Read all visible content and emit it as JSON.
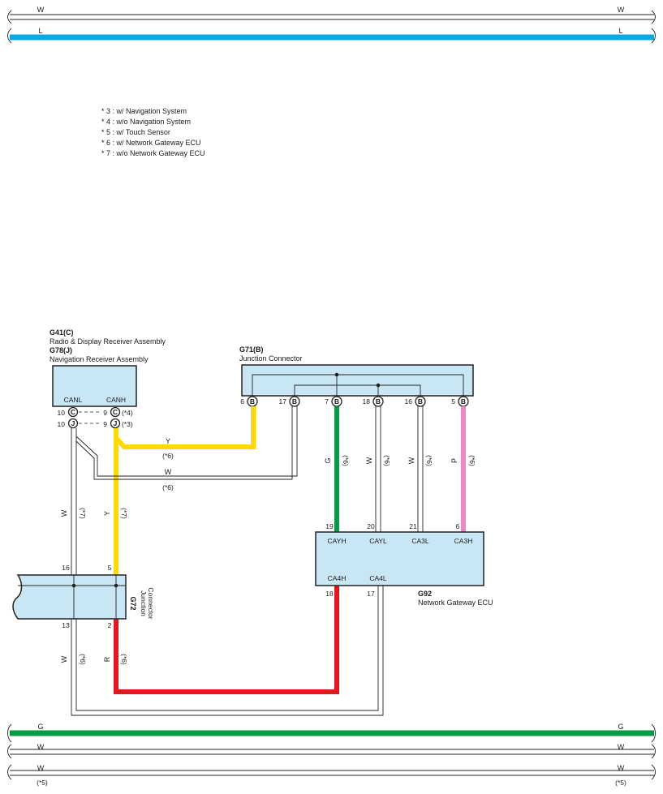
{
  "top_buses": [
    {
      "left_label": "W",
      "right_label": "W",
      "color": "#ffffff"
    },
    {
      "left_label": "L",
      "right_label": "L",
      "color": "#0aa9e6"
    }
  ],
  "bottom_buses": [
    {
      "left_label": "G",
      "right_label": "G",
      "color": "#079a44"
    },
    {
      "left_label": "W",
      "right_label": "W",
      "color": "#ffffff"
    },
    {
      "left_label": "W",
      "right_label": "W",
      "color": "#ffffff"
    }
  ],
  "bottom_note": {
    "left": "(*5)",
    "right": "(*5)"
  },
  "legend": [
    "* 3 : w/ Navigation System",
    "* 4 : w/o Navigation System",
    "* 5 : w/ Touch Sensor",
    "* 6 : w/ Network Gateway ECU",
    "* 7 : w/o Network Gateway ECU"
  ],
  "radio": {
    "code1": "G41(C)",
    "name1": "Radio & Display Receiver Assembly",
    "code2": "G78(J)",
    "name2": "Navigation Receiver Assembly",
    "canl": "CANL",
    "canh": "CANH",
    "row_c": {
      "left_pin": "10",
      "left_letter": "C",
      "right_pin": "9",
      "right_letter": "C",
      "note": "(*4)"
    },
    "row_j": {
      "left_pin": "10",
      "left_letter": "J",
      "right_pin": "9",
      "right_letter": "J",
      "note": "(*3)"
    }
  },
  "junction_b": {
    "code": "G71(B)",
    "name": "Junction Connector",
    "pins": [
      {
        "num": "6",
        "letter": "B"
      },
      {
        "num": "17",
        "letter": "B"
      },
      {
        "num": "7",
        "letter": "B"
      },
      {
        "num": "18",
        "letter": "B"
      },
      {
        "num": "16",
        "letter": "B"
      },
      {
        "num": "5",
        "letter": "B"
      }
    ]
  },
  "gateway": {
    "code": "G92",
    "name": "Network Gateway ECU",
    "top_pins": [
      {
        "num": "19",
        "name": "CAYH"
      },
      {
        "num": "20",
        "name": "CAYL"
      },
      {
        "num": "21",
        "name": "CA3L"
      },
      {
        "num": "6",
        "name": "CA3H"
      }
    ],
    "bottom_pins": [
      {
        "num": "18",
        "name": "CA4H"
      },
      {
        "num": "17",
        "name": "CA4L"
      }
    ]
  },
  "junction_g72": {
    "code": "G72",
    "name1": "Junction",
    "name2": "Connector",
    "pin_tl": "16",
    "pin_tr": "5",
    "pin_bl": "13",
    "pin_br": "2"
  },
  "wire_labels": {
    "y_upper": "Y",
    "y_upper_note": "(*6)",
    "w_upper": "W",
    "w_upper_note": "(*6)",
    "w_left": "W",
    "w_left_note": "(*7)",
    "y_left": "Y",
    "y_left_note": "(*7)",
    "g_vert": "G",
    "g_vert_note": "(*6)",
    "w_vert1": "W",
    "w_vert1_note": "(*6)",
    "w_vert2": "W",
    "w_vert2_note": "(*6)",
    "p_vert": "P",
    "p_vert_note": "(*6)",
    "w_lower": "W",
    "w_lower_note": "(*6)",
    "r_lower": "R",
    "r_lower_note": "(*6)"
  },
  "colors": {
    "yellow": "#ffd900",
    "green": "#079a44",
    "pink": "#ee88c0",
    "red": "#e5161d",
    "blue": "#0aa9e6",
    "box_fill": "#c9e6f5"
  }
}
